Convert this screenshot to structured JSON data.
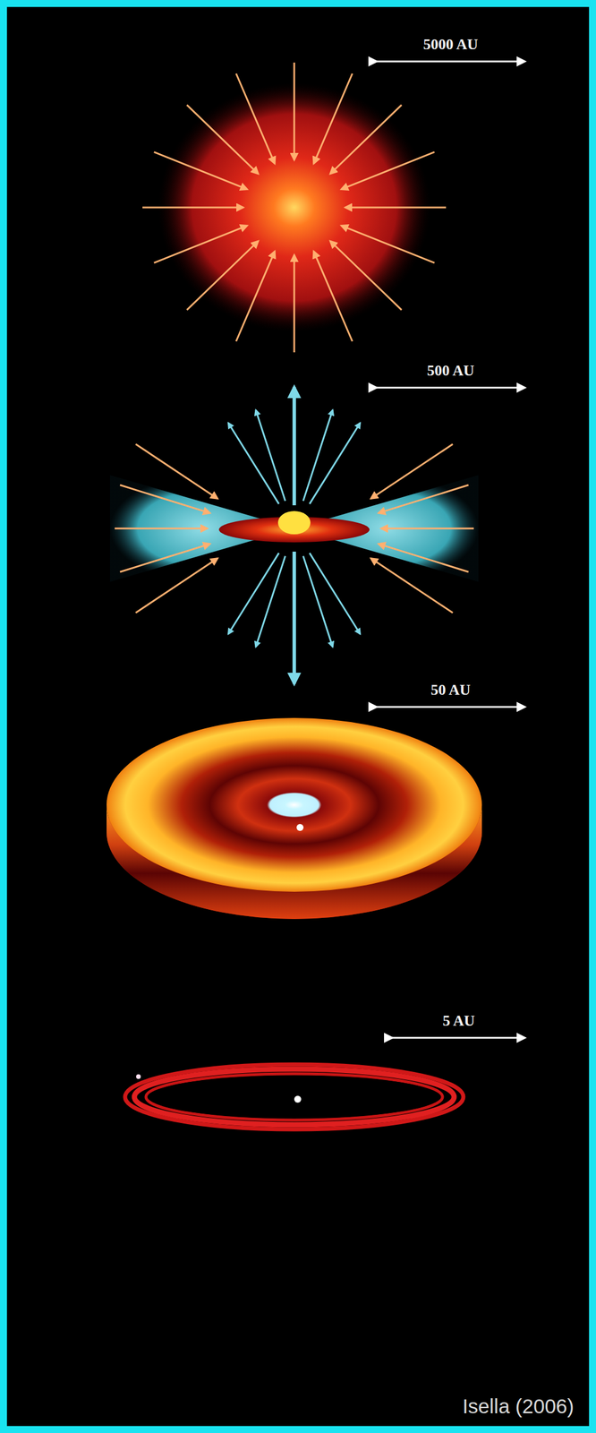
{
  "diagram": {
    "labels": [
      "5000 AU",
      "500 AU",
      "50 AU",
      "5 AU",
      "Isella (2006)"
    ]
  }
}
